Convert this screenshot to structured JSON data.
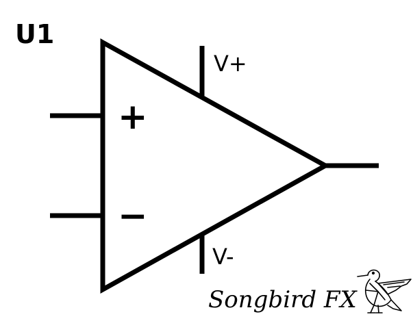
{
  "component": {
    "reference": "U1",
    "non_inverting_symbol": "+",
    "inverting_symbol": "−",
    "positive_supply_label": "V+",
    "negative_supply_label": "V-"
  },
  "branding": {
    "name": "Songbird FX",
    "logo_icon": "hummingbird-icon"
  },
  "colors": {
    "ink": "#000000",
    "background": "#ffffff"
  }
}
